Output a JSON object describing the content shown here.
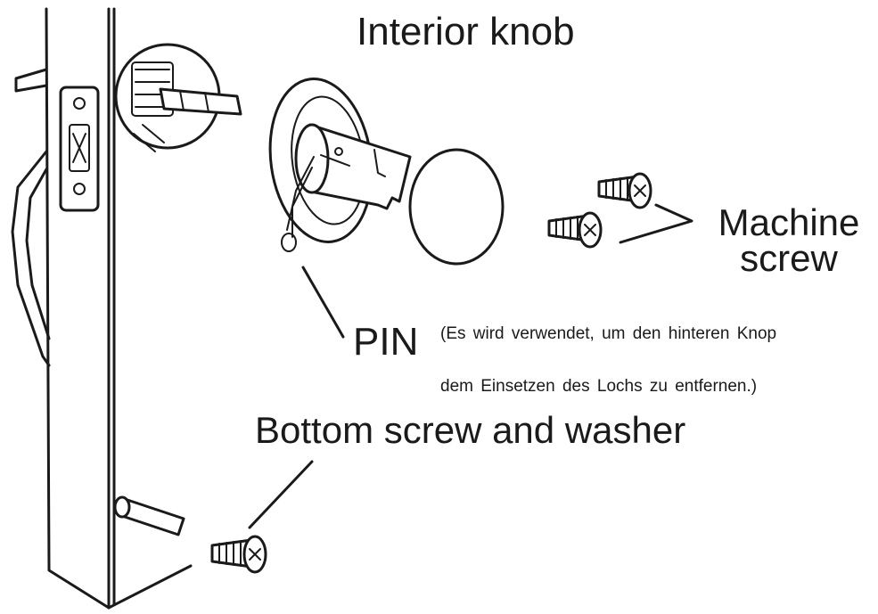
{
  "labels": {
    "interior_knob": "Interior knob",
    "machine_screw": "Machine screw",
    "pin": "PIN",
    "pin_note_line1": "(Es wird verwendet, um den hinteren Knop",
    "pin_note_line2": "dem Einsetzen des Lochs zu entfernen.)",
    "bottom_screw": "Bottom screw and washer"
  },
  "colors": {
    "line": "#1a1a1a",
    "background": "#ffffff"
  }
}
